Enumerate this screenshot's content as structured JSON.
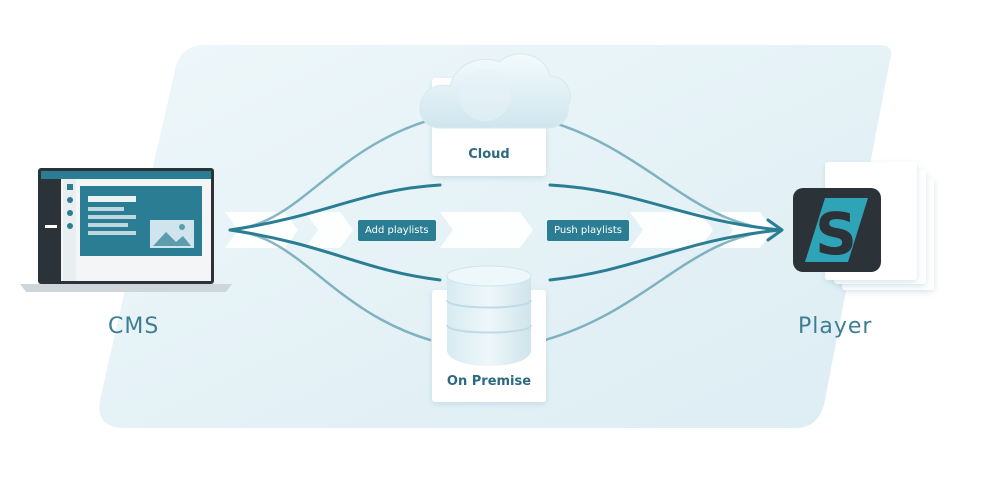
{
  "labels": {
    "cms": "CMS",
    "player": "Player",
    "cloud": "Cloud",
    "on_premise": "On Premise",
    "add_playlists": "Add playlists",
    "push_playlists": "Push playlists"
  },
  "colors": {
    "background_shape": "#e6f2f6",
    "flow_line": "#2a7d93",
    "pill": "#2a7d93",
    "cms_screen": "#2a7d93",
    "player_tile": "#2c3338",
    "player_logo": "#2fa3b8"
  },
  "icons": {
    "laptop": "laptop-icon",
    "cloud": "cloud-icon",
    "database": "database-icon",
    "player_logo": "player-app-icon"
  }
}
